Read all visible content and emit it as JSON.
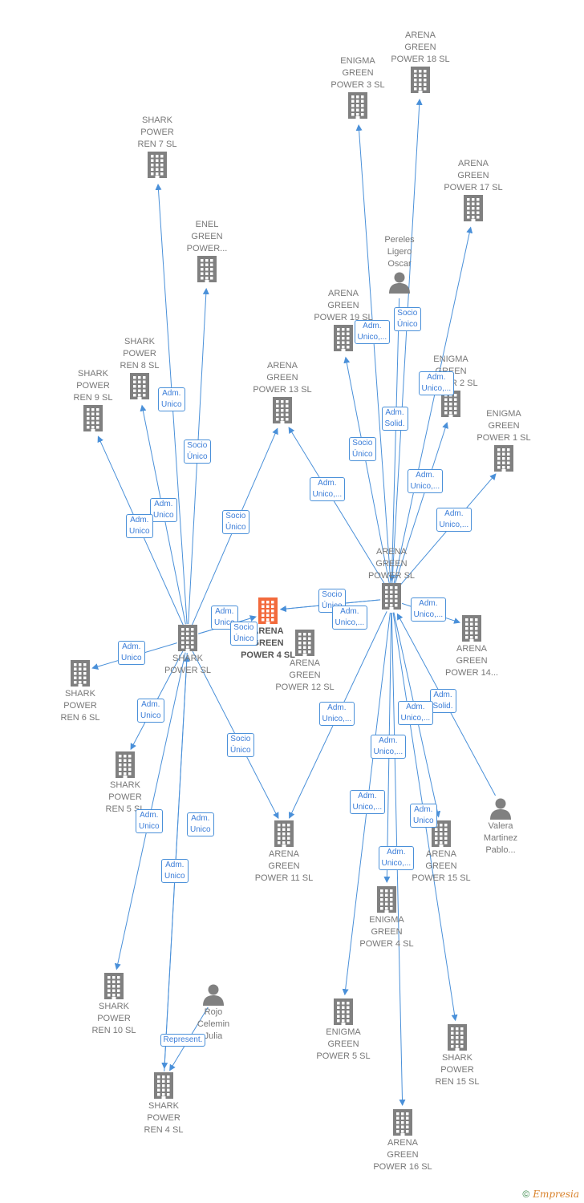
{
  "nodes": [
    {
      "id": "arena18",
      "kind": "company",
      "label": "ARENA\nGREEN\nPOWER 18  SL"
    },
    {
      "id": "enigma3",
      "kind": "company",
      "label": "ENIGMA\nGREEN\nPOWER 3  SL"
    },
    {
      "id": "shark7",
      "kind": "company",
      "label": "SHARK\nPOWER\nREN 7  SL"
    },
    {
      "id": "arena17",
      "kind": "company",
      "label": "ARENA\nGREEN\nPOWER 17  SL"
    },
    {
      "id": "enel",
      "kind": "company",
      "label": "ENEL\nGREEN\nPOWER..."
    },
    {
      "id": "pereles",
      "kind": "person",
      "label": "Pereles\nLigero\nOscar"
    },
    {
      "id": "arena19",
      "kind": "company",
      "label": "ARENA\nGREEN\nPOWER 19  SL"
    },
    {
      "id": "shark8",
      "kind": "company",
      "label": "SHARK\nPOWER\nREN 8  SL"
    },
    {
      "id": "shark9",
      "kind": "company",
      "label": "SHARK\nPOWER\nREN 9  SL"
    },
    {
      "id": "arena13",
      "kind": "company",
      "label": "ARENA\nGREEN\nPOWER 13  SL"
    },
    {
      "id": "enigma2",
      "kind": "company",
      "label": "ENIGMA\nGREEN\nPOWER 2  SL"
    },
    {
      "id": "enigma1",
      "kind": "company",
      "label": "ENIGMA\nGREEN\nPOWER 1  SL"
    },
    {
      "id": "arenagp",
      "kind": "company",
      "label": "ARENA\nGREEN\nPOWER  SL"
    },
    {
      "id": "arena4",
      "kind": "company",
      "label": "ARENA\nGREEN\nPOWER 4  SL",
      "focus": true
    },
    {
      "id": "arena12",
      "kind": "company",
      "label": "ARENA\nGREEN\nPOWER 12  SL"
    },
    {
      "id": "arena14",
      "kind": "company",
      "label": "ARENA\nGREEN\nPOWER 14..."
    },
    {
      "id": "sharkp",
      "kind": "company",
      "label": "SHARK\nPOWER  SL"
    },
    {
      "id": "shark6",
      "kind": "company",
      "label": "SHARK\nPOWER\nREN 6  SL"
    },
    {
      "id": "shark5",
      "kind": "company",
      "label": "SHARK\nPOWER\nREN 5  SL"
    },
    {
      "id": "arena11",
      "kind": "company",
      "label": "ARENA\nGREEN\nPOWER 11  SL"
    },
    {
      "id": "valera",
      "kind": "person",
      "label": "Valera\nMartinez\nPablo..."
    },
    {
      "id": "arena15",
      "kind": "company",
      "label": "ARENA\nGREEN\nPOWER 15  SL"
    },
    {
      "id": "enigma4",
      "kind": "company",
      "label": "ENIGMA\nGREEN\nPOWER 4  SL"
    },
    {
      "id": "shark10",
      "kind": "company",
      "label": "SHARK\nPOWER\nREN 10  SL"
    },
    {
      "id": "rojo",
      "kind": "person",
      "label": "Rojo\nCelemin\nJulia"
    },
    {
      "id": "enigma5",
      "kind": "company",
      "label": "ENIGMA\nGREEN\nPOWER 5  SL"
    },
    {
      "id": "shark15",
      "kind": "company",
      "label": "SHARK\nPOWER\nREN 15  SL"
    },
    {
      "id": "shark4",
      "kind": "company",
      "label": "SHARK\nPOWER\nREN 4  SL"
    },
    {
      "id": "arena16",
      "kind": "company",
      "label": "ARENA\nGREEN\nPOWER 16  SL"
    }
  ],
  "edges": [
    {
      "from": "sharkp",
      "to": "shark7",
      "label": "Adm.\nUnico"
    },
    {
      "from": "sharkp",
      "to": "enel",
      "label": "Socio\nÚnico"
    },
    {
      "from": "sharkp",
      "to": "shark8",
      "label": "Adm.\nUnico"
    },
    {
      "from": "sharkp",
      "to": "shark9",
      "label": "Adm.\nUnico"
    },
    {
      "from": "sharkp",
      "to": "arena13",
      "label": "Socio\nÚnico"
    },
    {
      "from": "sharkp",
      "to": "arena4",
      "label": "Adm.\nUnico"
    },
    {
      "from": "sharkp",
      "to": "arena4",
      "label": "Socio\nÚnico"
    },
    {
      "from": "sharkp",
      "to": "shark6",
      "label": "Adm.\nUnico"
    },
    {
      "from": "sharkp",
      "to": "shark5",
      "label": "Adm.\nUnico"
    },
    {
      "from": "sharkp",
      "to": "arena11",
      "label": "Socio\nÚnico"
    },
    {
      "from": "sharkp",
      "to": "shark10",
      "label": "Adm.\nUnico"
    },
    {
      "from": "sharkp",
      "to": "shark4",
      "label": "Adm.\nUnico"
    },
    {
      "from": "shark4",
      "to": "sharkp",
      "label": "Adm.\nUnico"
    },
    {
      "from": "rojo",
      "to": "shark4",
      "label": "Represent."
    },
    {
      "from": "arenagp",
      "to": "enigma3",
      "label": "Adm.\nUnico,..."
    },
    {
      "from": "arenagp",
      "to": "arena18",
      "label": "Adm.\nSolid."
    },
    {
      "from": "arenagp",
      "to": "arena17",
      "label": "Adm.\nUnico,..."
    },
    {
      "from": "pereles",
      "to": "arenagp",
      "label": "Socio\nÚnico"
    },
    {
      "from": "arenagp",
      "to": "arena19",
      "label": "Socio\nÚnico"
    },
    {
      "from": "arenagp",
      "to": "arena13",
      "label": "Adm.\nUnico,..."
    },
    {
      "from": "arenagp",
      "to": "enigma2",
      "label": "Adm.\nUnico,..."
    },
    {
      "from": "arenagp",
      "to": "enigma1",
      "label": "Adm.\nUnico,..."
    },
    {
      "from": "arenagp",
      "to": "arena4",
      "label": "Socio\nÚnico"
    },
    {
      "from": "arenagp",
      "to": "arena4",
      "label": "Adm.\nUnico,..."
    },
    {
      "from": "arenagp",
      "to": "arena14",
      "label": "Adm.\nUnico,..."
    },
    {
      "from": "valera",
      "to": "arenagp",
      "label": "Adm.\nSolid."
    },
    {
      "from": "arenagp",
      "to": "arena11",
      "label": "Adm.\nUnico,..."
    },
    {
      "from": "arenagp",
      "to": "arena15",
      "label": "Adm.\nUnico,..."
    },
    {
      "from": "arenagp",
      "to": "enigma4",
      "label": "Adm.\nUnico,..."
    },
    {
      "from": "arenagp",
      "to": "enigma5",
      "label": "Adm.\nUnico,..."
    },
    {
      "from": "arenagp",
      "to": "shark15",
      "label": "Adm.\nUnico"
    },
    {
      "from": "arenagp",
      "to": "arena16",
      "label": "Adm.\nUnico,..."
    }
  ],
  "colors": {
    "edge": "#4a90d9",
    "company_icon": "#808080",
    "focus_icon": "#f26a3c",
    "person_icon": "#808080"
  },
  "footer": {
    "copyright": "©",
    "brand": "Empresia"
  }
}
